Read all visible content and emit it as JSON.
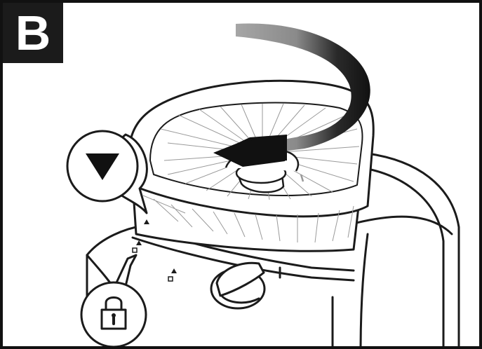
{
  "step": {
    "label": "B"
  },
  "callouts": [
    {
      "icon": "down-triangle-icon",
      "meaning": "alignment"
    },
    {
      "icon": "padlock-icon",
      "meaning": "locked"
    }
  ],
  "colors": {
    "ink": "#1b1b1b",
    "arrow_fade": "#a6a6a6",
    "line_gray": "#9a9a9a",
    "background": "#ffffff"
  }
}
